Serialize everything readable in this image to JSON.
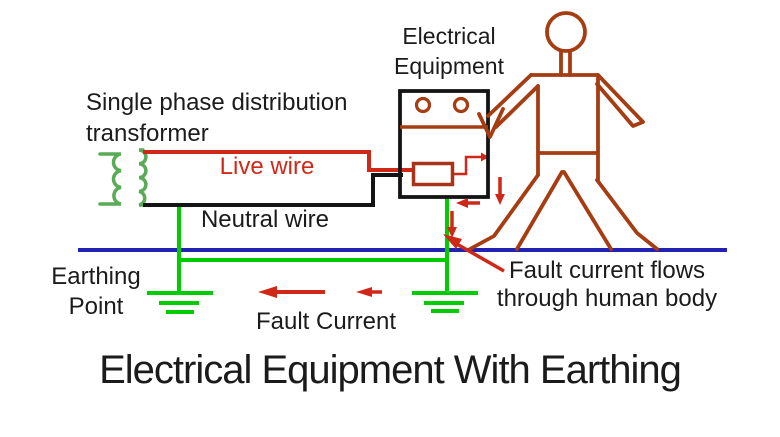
{
  "diagram": {
    "title": "Electrical Equipment With Earthing",
    "labels": {
      "transformer": "Single phase distribution\ntransformer",
      "equipment": "Electrical\nEquipment",
      "live_wire": "Live wire",
      "neutral_wire": "Neutral wire",
      "earthing_point": "Earthing\nPoint",
      "fault_current": "Fault Current",
      "fault_body": "Fault current flows\nthrough human body"
    },
    "colors": {
      "live_red": "#d02818",
      "resistor_brown": "#a8321a",
      "neutral_black": "#141414",
      "earth_green": "#00cc00",
      "coil_green": "#5aab55",
      "ground_blue": "#2222b2",
      "body_brown": "#a63c12",
      "text_black": "#1b1b1b"
    }
  }
}
